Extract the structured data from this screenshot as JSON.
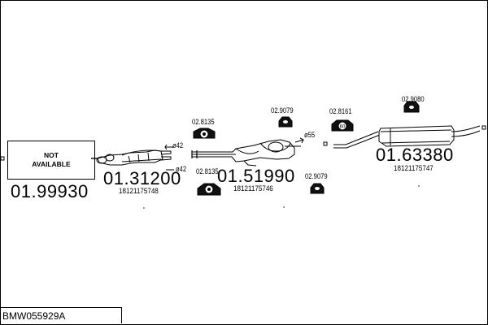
{
  "title": "BMW055929A",
  "not_available": {
    "line1": "NOT",
    "line2": "AVAILABLE"
  },
  "parts": [
    {
      "code": "01.99930"
    },
    {
      "code": "01.31200",
      "ref": "18121175748"
    },
    {
      "code": "01.51990",
      "ref": "18121175746"
    },
    {
      "code": "01.63380",
      "ref": "18121175747"
    }
  ],
  "small_parts": {
    "p2813_top": "02.8135",
    "p2813_bottom": "02.8135",
    "p2907_top": "02.9079",
    "p2907_bottom": "02.9079",
    "p2816": "02.8161",
    "p2908": "02.9080"
  },
  "diameters": {
    "d42_top": "ø42",
    "d42_bottom": "ø42",
    "d55": "ø55"
  }
}
